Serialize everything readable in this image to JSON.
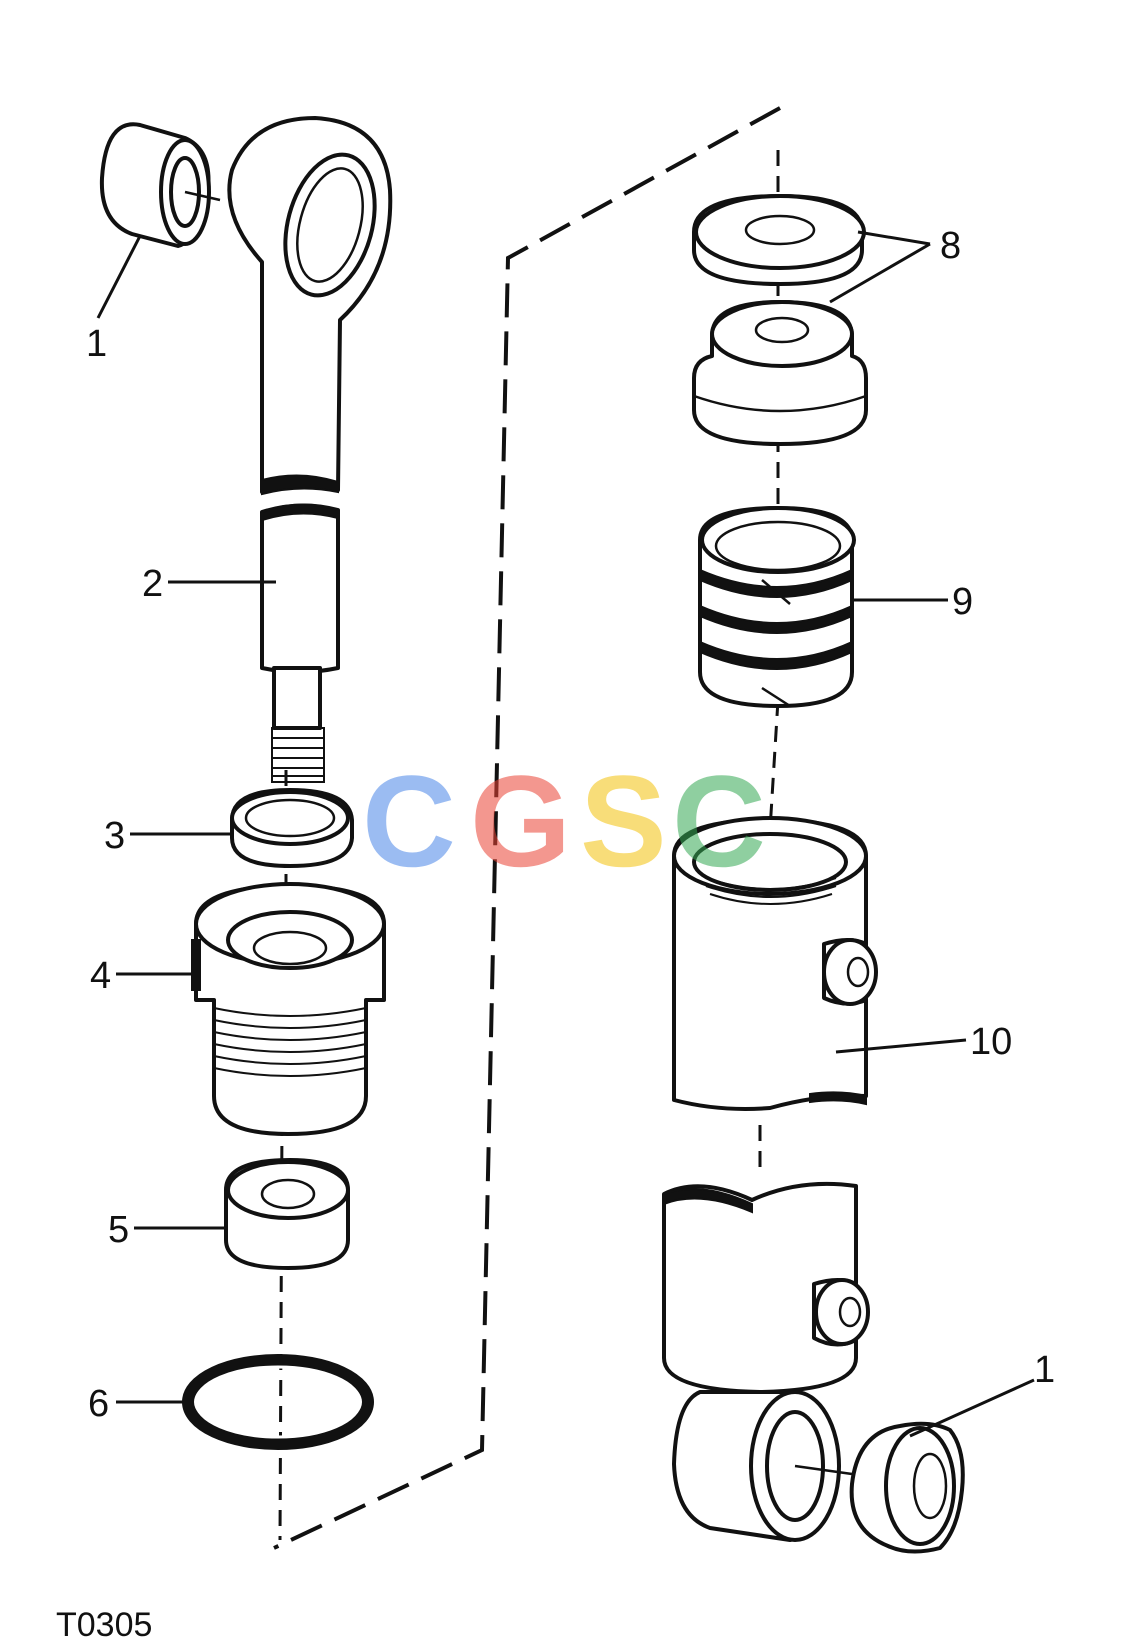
{
  "figure_code": "T0305",
  "watermark": {
    "letters": [
      "C",
      "G",
      "S",
      "C"
    ],
    "colors": [
      "#4a86e8",
      "#ea4335",
      "#f4c20d",
      "#34a853"
    ]
  },
  "callouts": {
    "c1a": "1",
    "c1b": "1",
    "c2": "2",
    "c3": "3",
    "c4": "4",
    "c5": "5",
    "c6": "6",
    "c8": "8",
    "c9": "9",
    "c10": "10"
  },
  "colors": {
    "ink": "#111111",
    "paper": "#ffffff"
  }
}
